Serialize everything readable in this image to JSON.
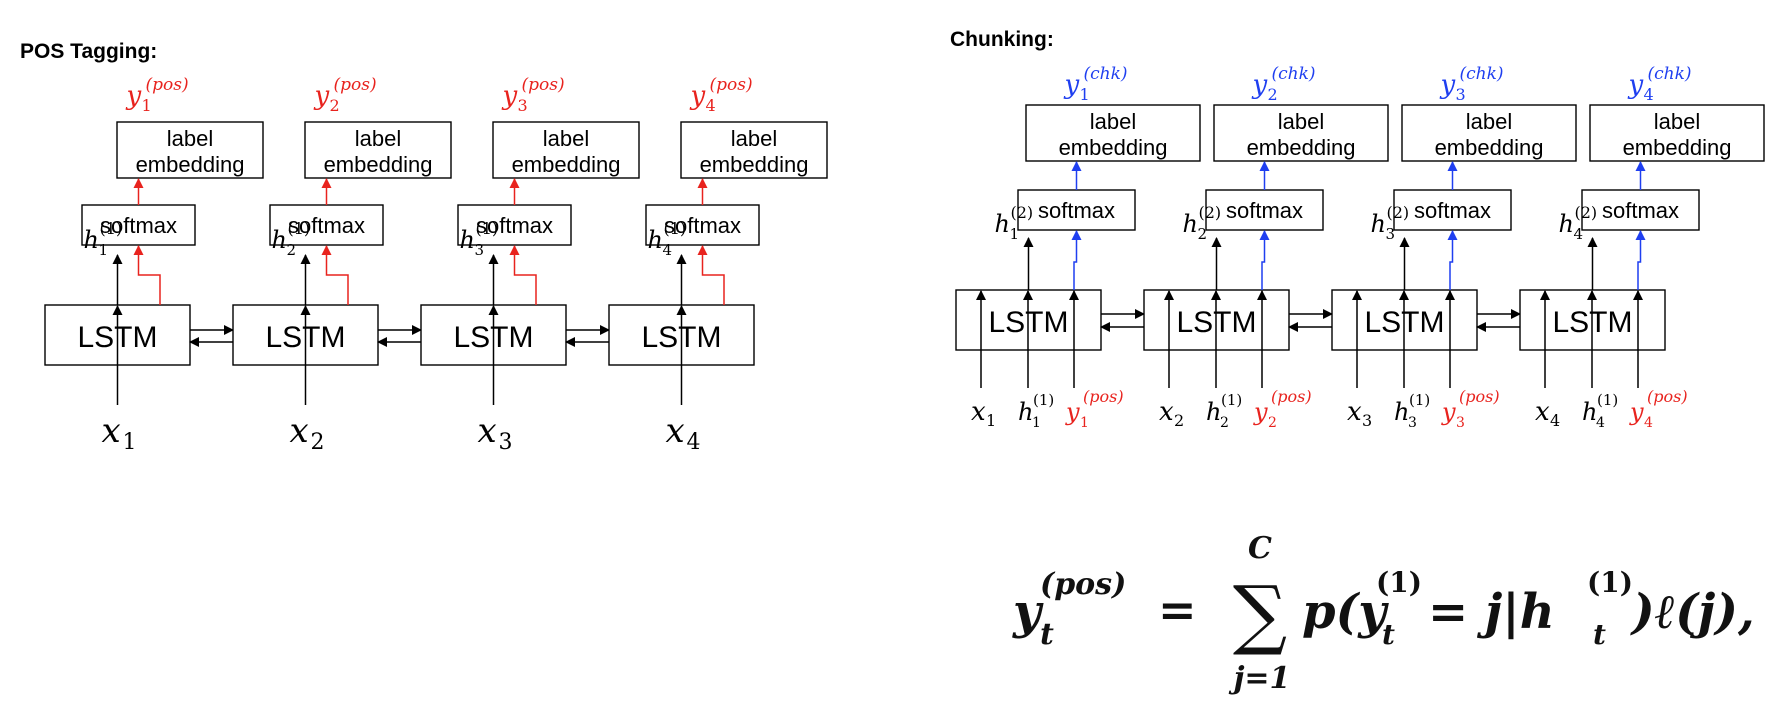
{
  "pos_panel": {
    "title": "POS Tagging:",
    "lstm_label": "LSTM",
    "softmax_label": "softmax",
    "embed_line1": "label",
    "embed_line2": "embedding",
    "out_base": "y",
    "out_sup": "(pos)",
    "hid_base": "h",
    "hid_sup": "(1)",
    "in_base": "x",
    "indices": [
      "1",
      "2",
      "3",
      "4"
    ],
    "accent_color": "#e8231e"
  },
  "chunk_panel": {
    "title": "Chunking:",
    "lstm_label": "LSTM",
    "softmax_label": "softmax",
    "embed_line1": "label",
    "embed_line2": "embedding",
    "out_base": "y",
    "out_sup": "(chk)",
    "hid_base": "h",
    "hid_sup": "(2)",
    "in_x_base": "x",
    "in_h_base": "h",
    "in_h_sup": "(1)",
    "in_y_base": "y",
    "in_y_sup": "(pos)",
    "indices": [
      "1",
      "2",
      "3",
      "4"
    ],
    "accent_color": "#1f3ff0",
    "pos_color": "#e8231e"
  },
  "formula": {
    "lhs_base": "y",
    "lhs_sub": "t",
    "lhs_sup": "(pos)",
    "equals": "=",
    "sum_symbol": "∑",
    "sum_upper": "C",
    "sum_lower": "j=1",
    "body_p": "p(y",
    "body_sup1": "(1)",
    "body_sub1": "t",
    "body_mid": "= j|h",
    "body_sup2": "(1)",
    "body_sub2": "t",
    "body_end": ")ℓ(j),"
  }
}
